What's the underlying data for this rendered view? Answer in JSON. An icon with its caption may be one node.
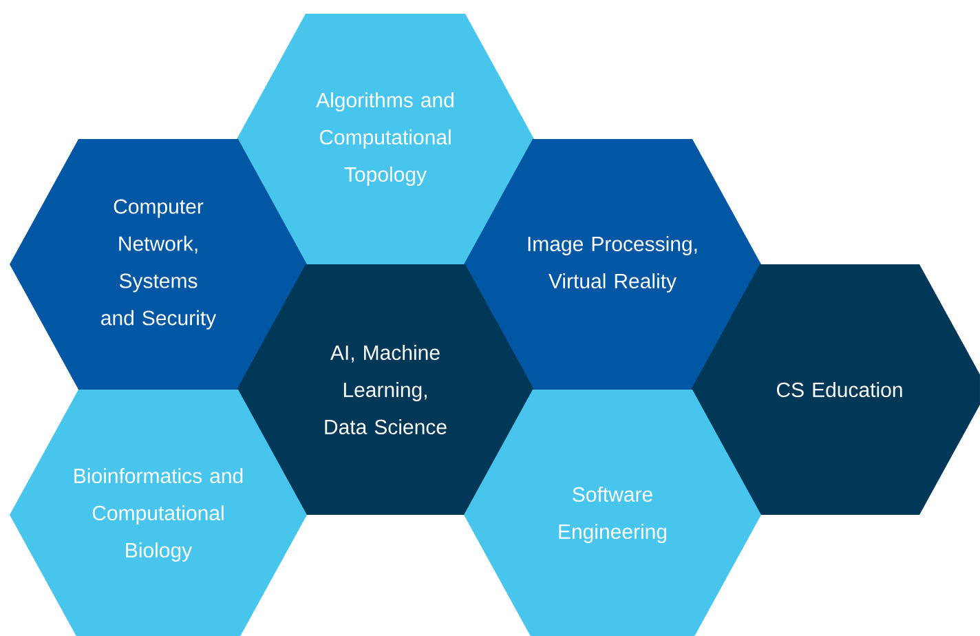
{
  "diagram": {
    "nodes": [
      {
        "text": [
          "Algorithms and Computational Topology"
        ]
      },
      {
        "text": [
          "Computer Network, Systems and Security"
        ]
      },
      {
        "text": [
          "Image Processing, Virtual Reality"
        ]
      },
      {
        "text": [
          "AI, Machine Learning, Data Science"
        ]
      },
      {
        "text": [
          "CS Education"
        ]
      },
      {
        "text": [
          "Bioinformatics and Computational Biology"
        ]
      },
      {
        "text": [
          "Software Engineering"
        ]
      }
    ]
  }
}
